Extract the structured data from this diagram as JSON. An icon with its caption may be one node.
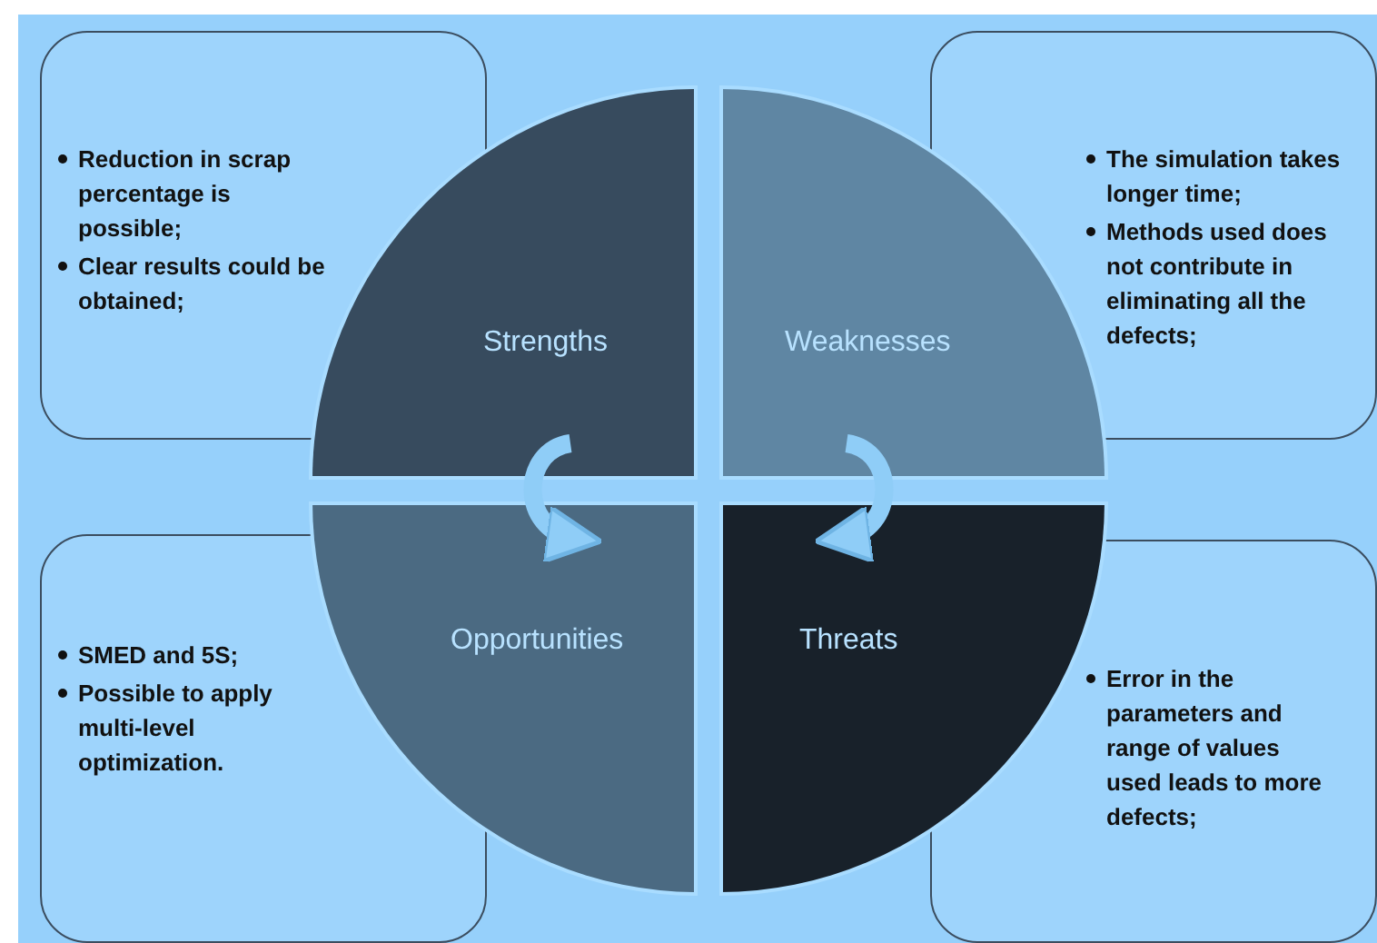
{
  "diagram": {
    "nodes": [
      {
        "text": [
          "Reduction in scrap percentage is possible;",
          "Clear results could be obtained;"
        ]
      },
      {
        "text": [
          "Strengths"
        ]
      },
      {
        "text": [
          "Weaknesses"
        ]
      },
      {
        "text": [
          "The simulation takes longer time;",
          "Methods used does not contribute in eliminating all the defects;"
        ]
      },
      {
        "text": [
          "SMED and 5S;",
          "Possible to apply multi-level optimization."
        ]
      },
      {
        "text": [
          "Opportunities"
        ]
      },
      {
        "text": [
          "Threats"
        ]
      },
      {
        "text": [
          "Error in the parameters and range of values used leads to more defects;"
        ]
      }
    ],
    "edges": [
      {
        "from": 1,
        "to": 5,
        "arrow": "to"
      },
      {
        "from": 2,
        "to": 6,
        "arrow": "to"
      }
    ]
  }
}
